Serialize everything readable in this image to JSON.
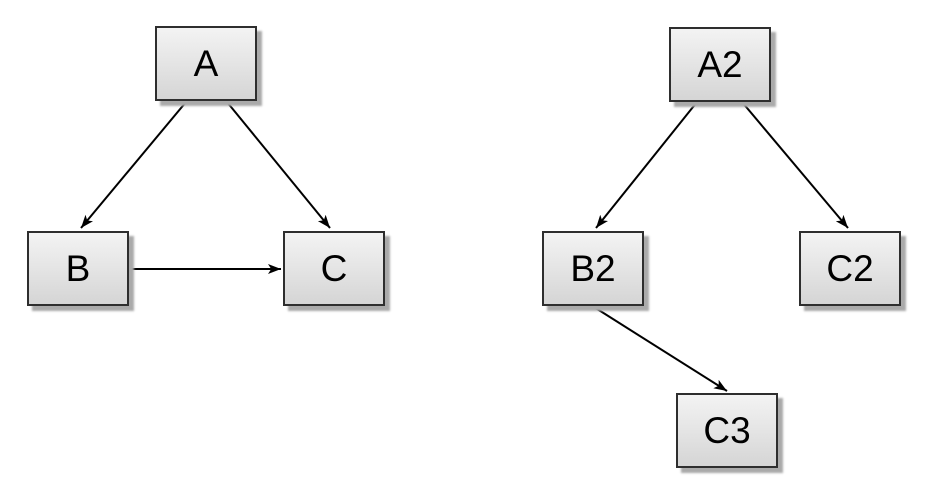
{
  "diagram": {
    "background_color": "#ffffff",
    "node_style": {
      "fill_top": "#f3f3f3",
      "fill_bottom": "#d5d5d5",
      "border_color": "#2e2e2e",
      "shadow_color": "#aaaaaa",
      "text_color": "#000000"
    },
    "edge_style": {
      "line_color": "#000000",
      "arrowhead": "filled-barbed"
    },
    "left_graph": {
      "nodes": [
        {
          "id": "A",
          "label": "A"
        },
        {
          "id": "B",
          "label": "B"
        },
        {
          "id": "C",
          "label": "C"
        }
      ],
      "edges": [
        {
          "from": "A",
          "to": "B"
        },
        {
          "from": "A",
          "to": "C"
        },
        {
          "from": "B",
          "to": "C"
        }
      ]
    },
    "right_graph": {
      "nodes": [
        {
          "id": "A2",
          "label": "A2"
        },
        {
          "id": "B2",
          "label": "B2"
        },
        {
          "id": "C2",
          "label": "C2"
        },
        {
          "id": "C3",
          "label": "C3"
        }
      ],
      "edges": [
        {
          "from": "A2",
          "to": "B2"
        },
        {
          "from": "A2",
          "to": "C2"
        },
        {
          "from": "B2",
          "to": "C3"
        }
      ]
    }
  }
}
